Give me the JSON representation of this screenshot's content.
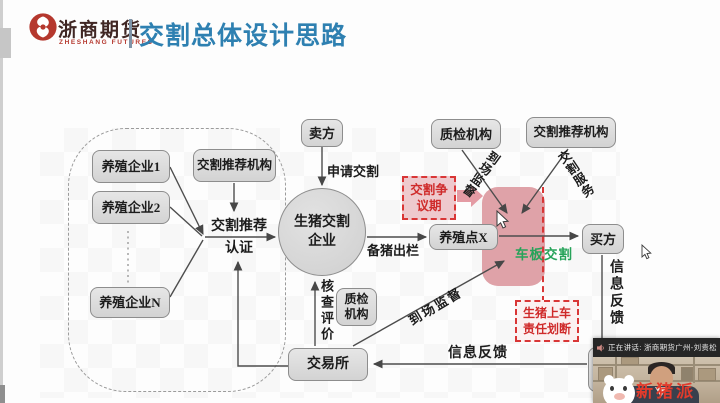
{
  "header": {
    "brand_name": "浙商期货",
    "brand_subtitle": "ZHESHANG FUTURES",
    "title": "交割总体设计思路"
  },
  "diagram": {
    "farm1": "养殖企业1",
    "farm2": "养殖企业2",
    "farmN": "养殖企业N",
    "recommend_org_left": "交割推荐机构",
    "recommend_certify": "交割推荐\n认证",
    "seller": "卖方",
    "apply_delivery": "申请交割",
    "pig_delivery_company": "生猪交割\n企业",
    "prepare_pigs": "备猪出栏",
    "qc_org_top": "质检机构",
    "recommend_org_top": "交割推荐机构",
    "onsite_supervision_top": "到场监督",
    "delivery_service": "交割服务",
    "dispute_period": "交割争\n议期",
    "farm_site_x": "养殖点X",
    "buyer": "买方",
    "board_delivery": "车板交割",
    "loading_responsibility": "生猪上车\n责任划断",
    "info_feedback_vertical": "信息反馈",
    "info_feedback_bottom": "信息反馈",
    "onsite_supervision_bottom": "到场监督",
    "check_evaluation": "核查评价",
    "qc_org_small": "质检\n机构",
    "exchange": "交易所"
  },
  "webcam": {
    "status_text": "正在讲话: 浙商期货广州-刘贵松",
    "watermark": "新猪派"
  },
  "colors": {
    "title_blue": "#2e80b1",
    "brand_red": "#b5382e",
    "pink_zone": "#dfa2a8",
    "alert_red": "#d93636",
    "green_accent": "#27a35a"
  }
}
